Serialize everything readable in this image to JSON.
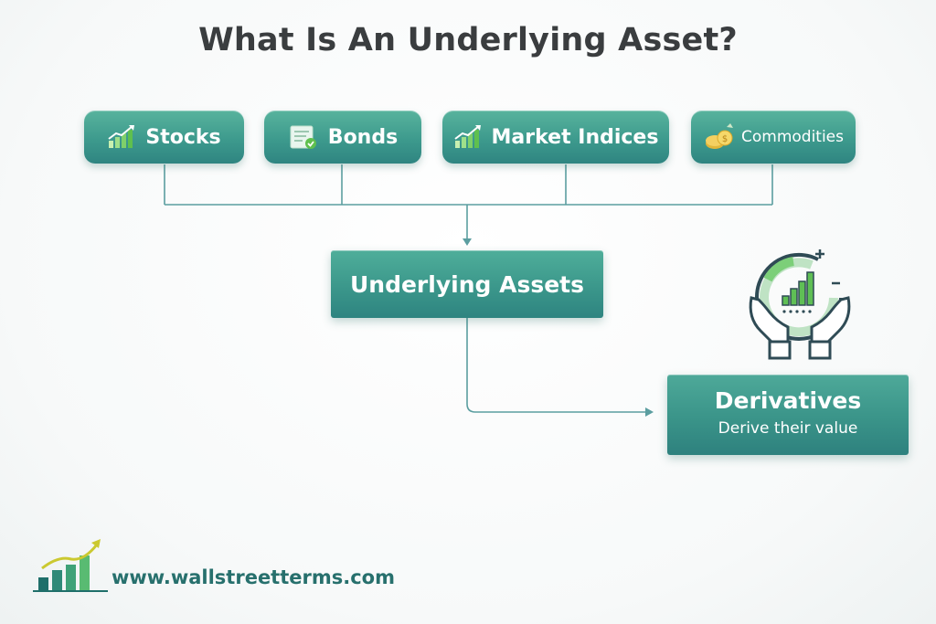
{
  "title": "What Is An Underlying Asset?",
  "categories": [
    {
      "label": "Stocks",
      "icon": "growth-chart-icon"
    },
    {
      "label": "Bonds",
      "icon": "bond-certificate-icon"
    },
    {
      "label": "Market Indices",
      "icon": "growth-chart-icon"
    },
    {
      "label": "Commodities",
      "icon": "gold-coins-icon"
    }
  ],
  "center": {
    "label": "Underlying Assets"
  },
  "derivatives": {
    "title": "Derivatives",
    "subtitle": "Derive their value",
    "icon": "hands-holding-gauge-icon"
  },
  "footer": {
    "url": "www.wallstreetterms.com",
    "logo_icon": "rising-bar-chart-logo"
  },
  "colors": {
    "box": "#3d9a8d",
    "connector": "#5b9ea0",
    "title": "#3a3d3f",
    "url": "#27706d"
  }
}
